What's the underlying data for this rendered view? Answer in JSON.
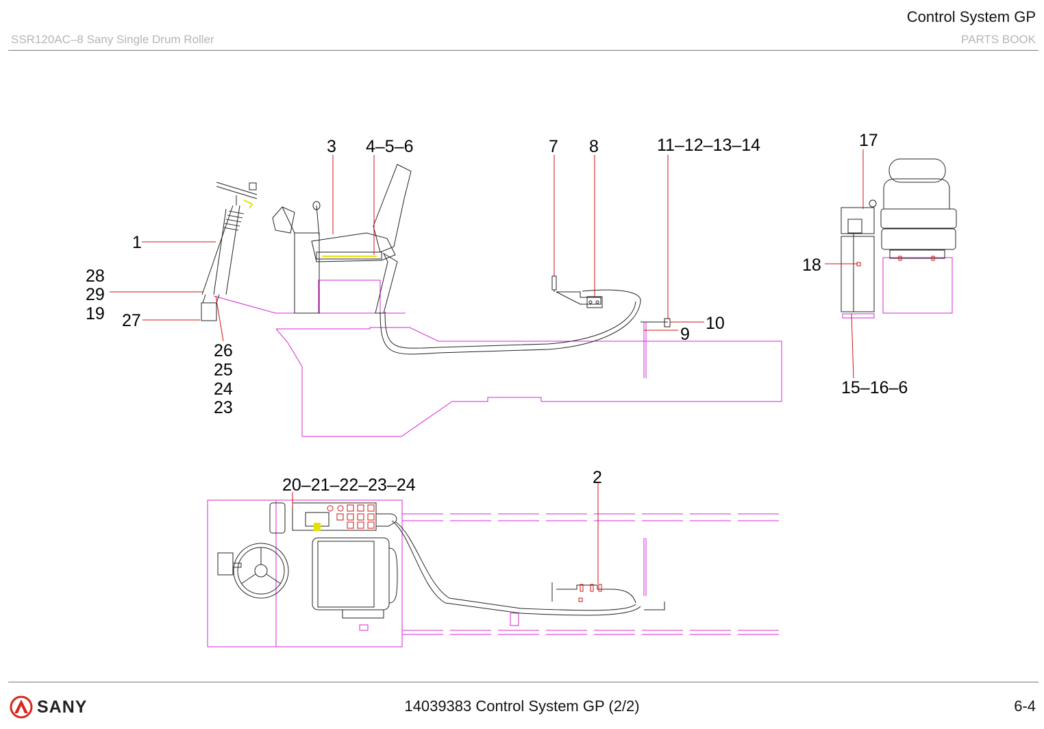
{
  "header": {
    "title": "Control System GP",
    "model": "SSR120AC–8 Sany Single Drum Roller",
    "book": "PARTS BOOK"
  },
  "footer": {
    "logo_text": "SANY",
    "caption": "14039383 Control System GP (2/2)",
    "page": "6-4"
  },
  "callouts": {
    "c1": "1",
    "c2": "2",
    "c3": "3",
    "c4": "4–5–6",
    "c7": "7",
    "c8": "8",
    "c9": "9",
    "c10": "10",
    "c11": "11–12–13–14",
    "c15": "15–16–6",
    "c17": "17",
    "c18": "18",
    "c19": "19",
    "c20": "20–21–22–23–24",
    "c23": "23",
    "c24": "24",
    "c25": "25",
    "c26": "26",
    "c27": "27",
    "c28": "28",
    "c29": "29"
  },
  "colors": {
    "frame": "#d426d4",
    "leader": "#d01010",
    "part": "#222222",
    "highlight": "#e6e000",
    "logo": "#d9261c"
  }
}
